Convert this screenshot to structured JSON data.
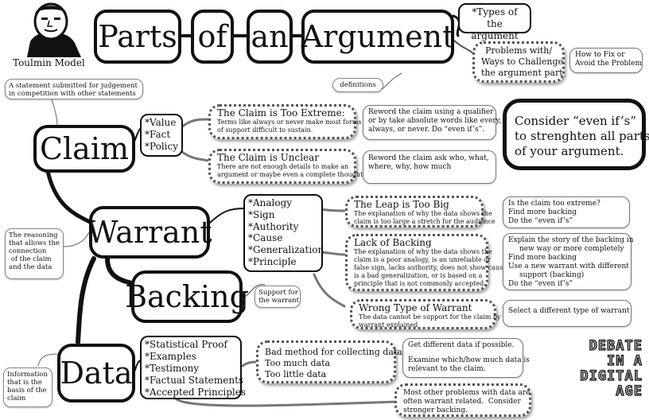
{
  "header": {
    "portrait_caption": "Toulmin Model",
    "title_words": [
      "Parts",
      "of",
      "an",
      "Argument"
    ]
  },
  "legend": {
    "types": "*Types of the argument part",
    "problems": [
      "Problems with/",
      "Ways to Challenge",
      "the argument part"
    ],
    "fix": [
      "How to Fix or",
      "Avoid the Problem"
    ],
    "definitions": "definitions"
  },
  "callout": {
    "lines": [
      "Consider “even if’s”",
      "to strenghten all parts",
      "of your argument."
    ]
  },
  "claim": {
    "label": "Claim",
    "definition": [
      "A statement submitted for judgement",
      "in competition with other statements"
    ],
    "types": [
      "*Value",
      "*Fact",
      "*Policy"
    ],
    "problems": [
      {
        "title": "The Claim is Too Extreme:",
        "body": [
          "Terms like always or never make most forms",
          "of support difficult to sustain."
        ],
        "fix": [
          "Reword the claim using a qualifier",
          "or by take absolute words like every,",
          "always, or never. Do “even if’s”."
        ]
      },
      {
        "title": "The Claim is Unclear",
        "body": [
          "There are not enough details to make an",
          "argument or maybe even a complete thought"
        ],
        "fix": [
          "Reword the claim ask who, what,",
          "where, why, how much"
        ]
      }
    ]
  },
  "warrant": {
    "label": "Warrant",
    "definition": [
      "The reasoning",
      "that allows the",
      "connection",
      " of the claim",
      "and the data"
    ],
    "types": [
      "*Analogy",
      "*Sign",
      "*Authority",
      "*Cause",
      "*Generalization",
      "*Principle"
    ],
    "problems": [
      {
        "title": "The Leap is Too Big",
        "body": [
          "The explanation of why the data shows the",
          "claim is too large a stretch for the audience"
        ],
        "fix": [
          "Is the claim too extreme?",
          "Find more backing",
          "Do the “even if’s”"
        ]
      },
      {
        "title": "Lack of Backing",
        "body": [
          "The explanation of why the data shows the",
          "claim is a poor analogy, is an unreliable or",
          "false sign, lacks authority, does not show cause,",
          "is a bad generalization, or is based on a",
          "principle that is not commonly accepted."
        ],
        "fix": [
          "Explain the story of the backing in",
          "new way or more completely",
          "Find more backing",
          "Use a new warrant with different",
          "support (backing)",
          "Do the “even if’s”"
        ]
      },
      {
        "title": "Wrong Type of Warrant",
        "body": [
          "The data cannot be support for the claim by the",
          "warrant explained"
        ],
        "fix": [
          "Select a different type of warrant"
        ]
      }
    ]
  },
  "backing": {
    "label": "Backing",
    "definition": [
      "Support for",
      "the warrant"
    ]
  },
  "data": {
    "label": "Data",
    "definition": [
      "Information",
      "that is the",
      "basis of the",
      "claim"
    ],
    "types": [
      "*Statistical Proof",
      "*Examples",
      "*Testimony",
      "*Factual Statements",
      "*Accepted Principles"
    ],
    "problems": [
      {
        "body": [
          "Bad method for collecting data",
          "Too much data",
          "Too little data"
        ],
        "fix": [
          "Get different data if possible.",
          "",
          "Examine which/how much data is",
          "relevant to the claim."
        ]
      },
      {
        "body": [
          "Most other problems with data are",
          "often warrant related.  Consider",
          "stronger backing."
        ]
      }
    ]
  },
  "branding": {
    "lines": [
      "DEBATE",
      "IN A",
      "DIGITAL",
      "AGE"
    ]
  }
}
